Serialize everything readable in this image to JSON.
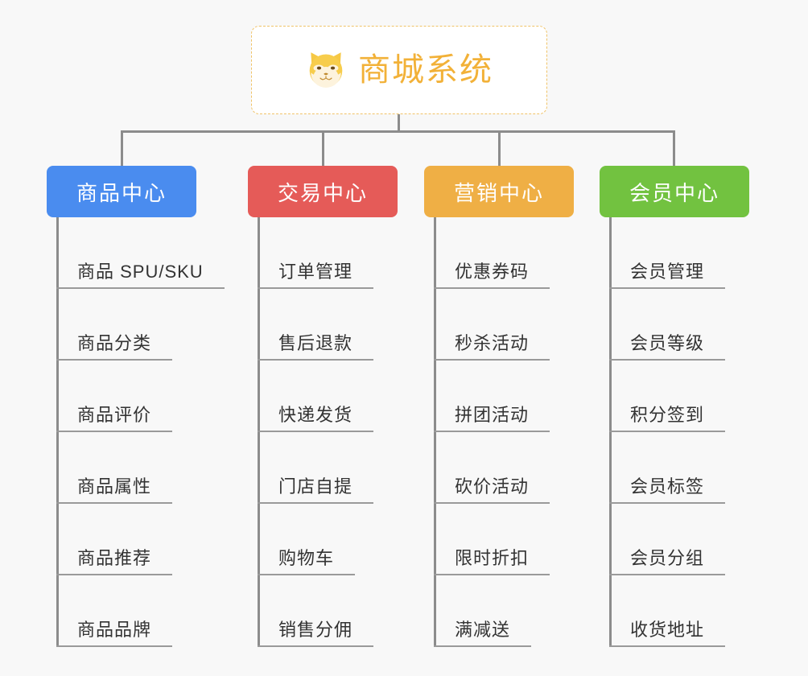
{
  "diagram": {
    "type": "mindmap-tree",
    "background_color": "#f8f8f8",
    "root": {
      "title": "商城系统",
      "icon": "shiba-dog-icon",
      "text_color": "#f2b138",
      "border_color": "#f0c368",
      "background_color": "#ffffff"
    },
    "connector_color": "#8c8c8c",
    "branches": [
      {
        "label": "商品中心",
        "color": "#4a8cef",
        "text_color": "#ffffff",
        "items": [
          "商品 SPU/SKU",
          "商品分类",
          "商品评价",
          "商品属性",
          "商品推荐",
          "商品品牌"
        ]
      },
      {
        "label": "交易中心",
        "color": "#e55b58",
        "text_color": "#ffffff",
        "items": [
          "订单管理",
          "售后退款",
          "快递发货",
          "门店自提",
          "购物车",
          "销售分佣"
        ]
      },
      {
        "label": "营销中心",
        "color": "#efaf45",
        "text_color": "#ffffff",
        "items": [
          "优惠券码",
          "秒杀活动",
          "拼团活动",
          "砍价活动",
          "限时折扣",
          "满减送"
        ]
      },
      {
        "label": "会员中心",
        "color": "#72c240",
        "text_color": "#ffffff",
        "items": [
          "会员管理",
          "会员等级",
          "积分签到",
          "会员标签",
          "会员分组",
          "收货地址"
        ]
      }
    ]
  }
}
